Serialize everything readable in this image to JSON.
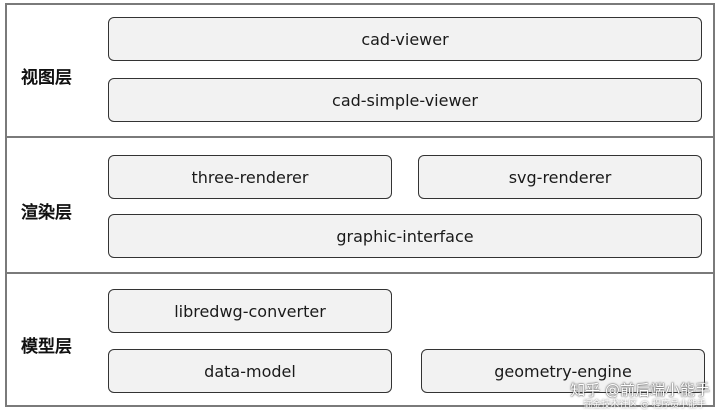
{
  "layers": {
    "view": {
      "label": "视图层",
      "modules": [
        "cad-viewer",
        "cad-simple-viewer"
      ]
    },
    "render": {
      "label": "渲染层",
      "modules": [
        "three-renderer",
        "svg-renderer",
        "graphic-interface"
      ]
    },
    "model": {
      "label": "模型层",
      "modules": [
        "libredwg-converter",
        "data-model",
        "geometry-engine"
      ]
    }
  },
  "watermark": {
    "main": "知乎 @前后端小能手",
    "sub": "掘金技术社区 @ 程序员小能手"
  }
}
